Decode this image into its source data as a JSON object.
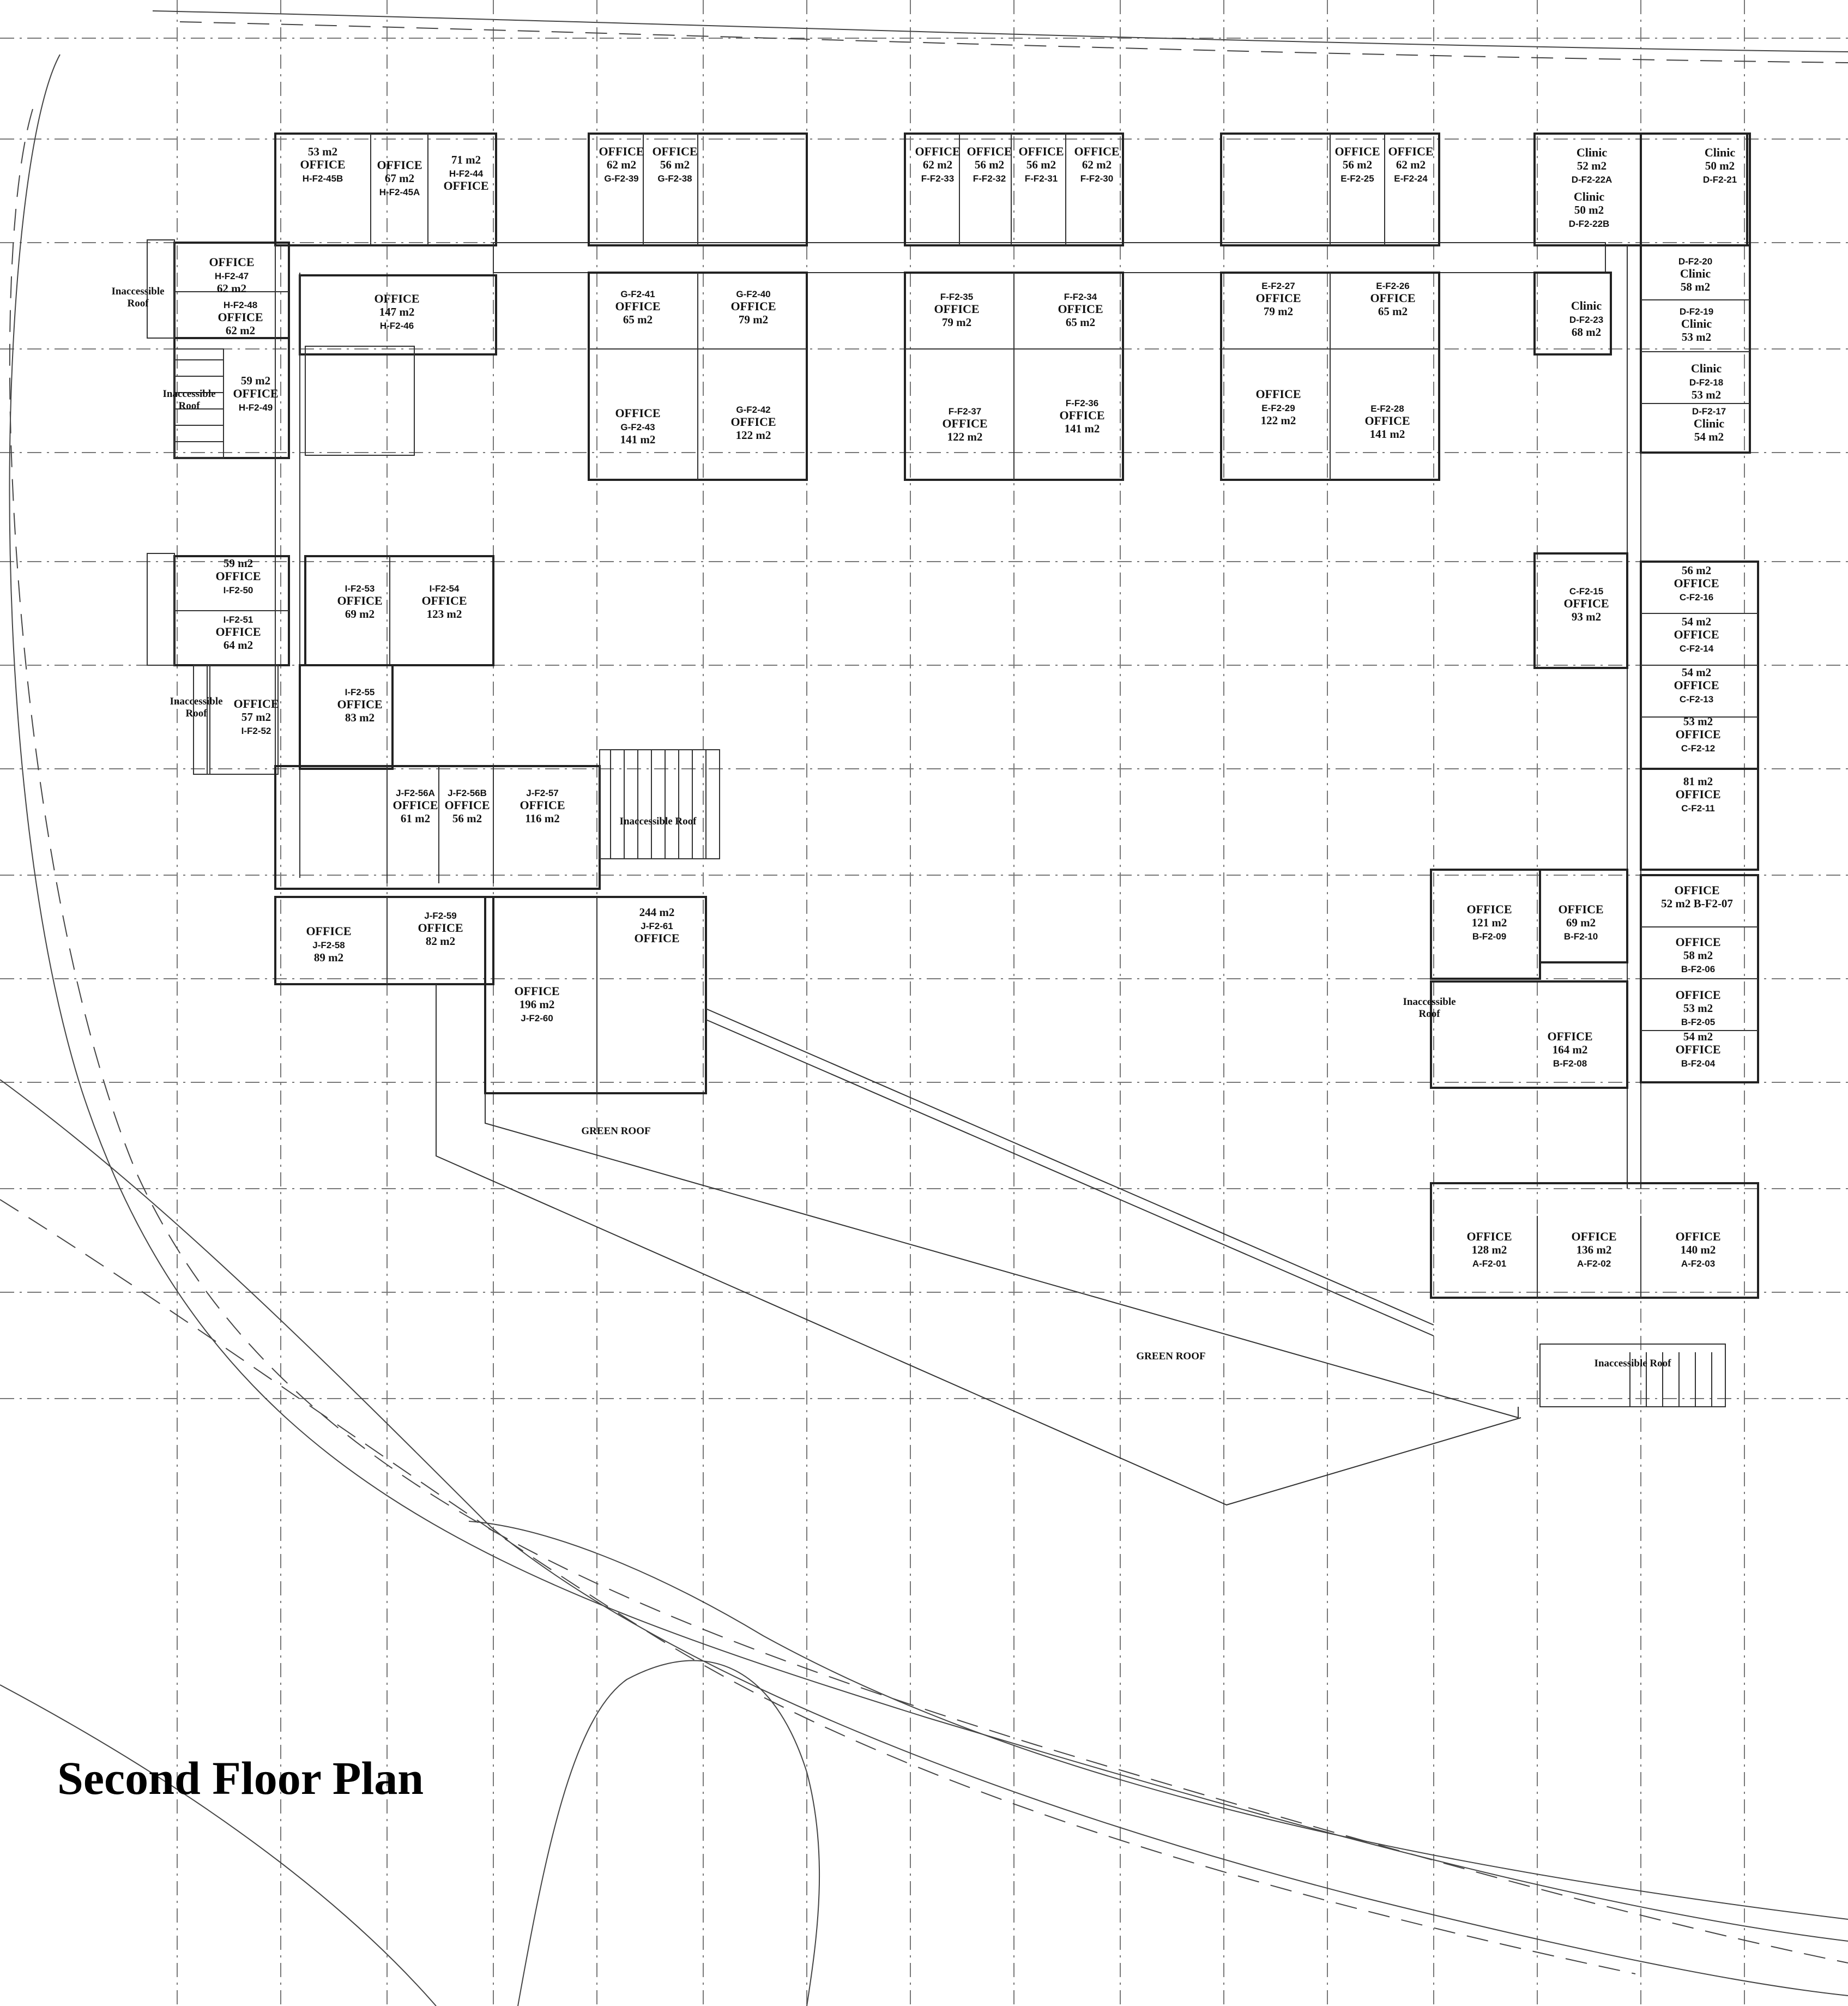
{
  "title": "Second Floor Plan",
  "rooms": [
    {
      "id": "H-F2-45B",
      "lines": [
        "53 m2",
        "OFFICE",
        "H-F2-45B"
      ]
    },
    {
      "id": "H-F2-45A",
      "lines": [
        "OFFICE",
        "67 m2",
        "H-F2-45A"
      ]
    },
    {
      "id": "H-F2-44",
      "lines": [
        "71 m2",
        "H-F2-44",
        "OFFICE"
      ]
    },
    {
      "id": "H-F2-47",
      "lines": [
        "OFFICE",
        "H-F2-47",
        "62 m2"
      ]
    },
    {
      "id": "H-F2-48",
      "lines": [
        "H-F2-48",
        "OFFICE",
        "62 m2"
      ]
    },
    {
      "id": "H-F2-46",
      "lines": [
        "OFFICE",
        "147 m2",
        "H-F2-46"
      ]
    },
    {
      "id": "H-F2-49",
      "lines": [
        "59 m2",
        "OFFICE",
        "H-F2-49"
      ]
    },
    {
      "id": "G-F2-39",
      "lines": [
        "OFFICE",
        "62 m2",
        "G-F2-39"
      ]
    },
    {
      "id": "G-F2-38",
      "lines": [
        "OFFICE",
        "56 m2",
        "G-F2-38"
      ]
    },
    {
      "id": "G-F2-41",
      "lines": [
        "G-F2-41",
        "OFFICE",
        "65 m2"
      ]
    },
    {
      "id": "G-F2-40",
      "lines": [
        "G-F2-40",
        "OFFICE",
        "79 m2"
      ]
    },
    {
      "id": "G-F2-43",
      "lines": [
        "OFFICE",
        "G-F2-43",
        "141 m2"
      ]
    },
    {
      "id": "G-F2-42",
      "lines": [
        "G-F2-42",
        "OFFICE",
        "122 m2"
      ]
    },
    {
      "id": "F-F2-33",
      "lines": [
        "OFFICE",
        "62 m2",
        "F-F2-33"
      ]
    },
    {
      "id": "F-F2-32",
      "lines": [
        "OFFICE",
        "56 m2",
        "F-F2-32"
      ]
    },
    {
      "id": "F-F2-31",
      "lines": [
        "OFFICE",
        "56 m2",
        "F-F2-31"
      ]
    },
    {
      "id": "F-F2-30",
      "lines": [
        "OFFICE",
        "62 m2",
        "F-F2-30"
      ]
    },
    {
      "id": "F-F2-35",
      "lines": [
        "F-F2-35",
        "OFFICE",
        "79 m2"
      ]
    },
    {
      "id": "F-F2-34",
      "lines": [
        "F-F2-34",
        "OFFICE",
        "65 m2"
      ]
    },
    {
      "id": "F-F2-37",
      "lines": [
        "F-F2-37",
        "OFFICE",
        "122 m2"
      ]
    },
    {
      "id": "F-F2-36",
      "lines": [
        "F-F2-36",
        "OFFICE",
        "141 m2"
      ]
    },
    {
      "id": "E-F2-25",
      "lines": [
        "OFFICE",
        "56 m2",
        "E-F2-25"
      ]
    },
    {
      "id": "E-F2-24",
      "lines": [
        "OFFICE",
        "62 m2",
        "E-F2-24"
      ]
    },
    {
      "id": "E-F2-27",
      "lines": [
        "E-F2-27",
        "OFFICE",
        "79 m2"
      ]
    },
    {
      "id": "E-F2-26",
      "lines": [
        "E-F2-26",
        "OFFICE",
        "65 m2"
      ]
    },
    {
      "id": "E-F2-29",
      "lines": [
        "OFFICE",
        "E-F2-29",
        "122 m2"
      ]
    },
    {
      "id": "E-F2-28",
      "lines": [
        "E-F2-28",
        "OFFICE",
        "141 m2"
      ]
    },
    {
      "id": "D-F2-22A",
      "lines": [
        "Clinic",
        "52 m2",
        "D-F2-22A"
      ]
    },
    {
      "id": "D-F2-21",
      "lines": [
        "Clinic",
        "50 m2",
        "D-F2-21"
      ]
    },
    {
      "id": "D-F2-22B",
      "lines": [
        "Clinic",
        "50 m2",
        "D-F2-22B"
      ]
    },
    {
      "id": "D-F2-20",
      "lines": [
        "D-F2-20",
        "Clinic",
        "58 m2"
      ]
    },
    {
      "id": "D-F2-23",
      "lines": [
        "Clinic",
        "D-F2-23",
        "68 m2"
      ]
    },
    {
      "id": "D-F2-19",
      "lines": [
        "D-F2-19",
        "Clinic",
        "53 m2"
      ]
    },
    {
      "id": "D-F2-18",
      "lines": [
        "Clinic",
        "D-F2-18",
        "53 m2"
      ]
    },
    {
      "id": "D-F2-17",
      "lines": [
        "D-F2-17",
        "Clinic",
        "54 m2"
      ]
    },
    {
      "id": "I-F2-50",
      "lines": [
        "59 m2",
        "OFFICE",
        "I-F2-50"
      ]
    },
    {
      "id": "I-F2-51",
      "lines": [
        "I-F2-51",
        "OFFICE",
        "64 m2"
      ]
    },
    {
      "id": "I-F2-53",
      "lines": [
        "I-F2-53",
        "OFFICE",
        "69 m2"
      ]
    },
    {
      "id": "I-F2-54",
      "lines": [
        "I-F2-54",
        "OFFICE",
        "123 m2"
      ]
    },
    {
      "id": "I-F2-55",
      "lines": [
        "I-F2-55",
        "OFFICE",
        "83 m2"
      ]
    },
    {
      "id": "I-F2-52",
      "lines": [
        "OFFICE",
        "57 m2",
        "I-F2-52"
      ]
    },
    {
      "id": "C-F2-16",
      "lines": [
        "56 m2",
        "OFFICE",
        "C-F2-16"
      ]
    },
    {
      "id": "C-F2-15",
      "lines": [
        "C-F2-15",
        "OFFICE",
        "93 m2"
      ]
    },
    {
      "id": "C-F2-14",
      "lines": [
        "54 m2",
        "OFFICE",
        "C-F2-14"
      ]
    },
    {
      "id": "C-F2-13",
      "lines": [
        "54 m2",
        "OFFICE",
        "C-F2-13"
      ]
    },
    {
      "id": "C-F2-12",
      "lines": [
        "53 m2",
        "OFFICE",
        "C-F2-12"
      ]
    },
    {
      "id": "C-F2-11",
      "lines": [
        "81 m2",
        "OFFICE",
        "C-F2-11"
      ]
    },
    {
      "id": "J-F2-56A",
      "lines": [
        "J-F2-56A",
        "OFFICE",
        "61 m2"
      ]
    },
    {
      "id": "J-F2-56B",
      "lines": [
        "J-F2-56B",
        "OFFICE",
        "56 m2"
      ]
    },
    {
      "id": "J-F2-57",
      "lines": [
        "J-F2-57",
        "OFFICE",
        "116 m2"
      ]
    },
    {
      "id": "J-F2-58",
      "lines": [
        "OFFICE",
        "J-F2-58",
        "89 m2"
      ]
    },
    {
      "id": "J-F2-59",
      "lines": [
        "J-F2-59",
        "OFFICE",
        "82 m2"
      ]
    },
    {
      "id": "J-F2-61",
      "lines": [
        "244 m2",
        "J-F2-61",
        "OFFICE"
      ]
    },
    {
      "id": "J-F2-60",
      "lines": [
        "OFFICE",
        "196 m2",
        "J-F2-60"
      ]
    },
    {
      "id": "B-F2-09",
      "lines": [
        "OFFICE",
        "121 m2",
        "B-F2-09"
      ]
    },
    {
      "id": "B-F2-10",
      "lines": [
        "OFFICE",
        "69 m2",
        "B-F2-10"
      ]
    },
    {
      "id": "B-F2-07",
      "lines": [
        "OFFICE",
        "52 m2  B-F2-07"
      ]
    },
    {
      "id": "B-F2-06",
      "lines": [
        "OFFICE",
        "58 m2",
        "B-F2-06"
      ]
    },
    {
      "id": "B-F2-05",
      "lines": [
        "OFFICE",
        "53 m2",
        "B-F2-05"
      ]
    },
    {
      "id": "B-F2-08",
      "lines": [
        "OFFICE",
        "164 m2",
        "B-F2-08"
      ]
    },
    {
      "id": "B-F2-04",
      "lines": [
        "54 m2",
        "OFFICE",
        "B-F2-04"
      ]
    },
    {
      "id": "A-F2-01",
      "lines": [
        "OFFICE",
        "128 m2",
        "A-F2-01"
      ]
    },
    {
      "id": "A-F2-02",
      "lines": [
        "OFFICE",
        "136 m2",
        "A-F2-02"
      ]
    },
    {
      "id": "A-F2-03",
      "lines": [
        "OFFICE",
        "140 m2",
        "A-F2-03"
      ]
    }
  ],
  "notes": [
    {
      "id": "ia-h1",
      "lines": [
        "Inaccessible",
        "Roof"
      ]
    },
    {
      "id": "ia-h2",
      "lines": [
        "Inaccessible",
        "Roof"
      ]
    },
    {
      "id": "ia-i",
      "lines": [
        "Inaccessible",
        "Roof"
      ]
    },
    {
      "id": "ia-j",
      "lines": [
        "Inaccessible Roof"
      ]
    },
    {
      "id": "ia-b",
      "lines": [
        "Inaccessible",
        "Roof"
      ]
    },
    {
      "id": "ia-a",
      "lines": [
        "Inaccessible Roof"
      ]
    },
    {
      "id": "gr-1",
      "lines": [
        "GREEN ROOF"
      ]
    },
    {
      "id": "gr-2",
      "lines": [
        "GREEN ROOF"
      ]
    }
  ]
}
